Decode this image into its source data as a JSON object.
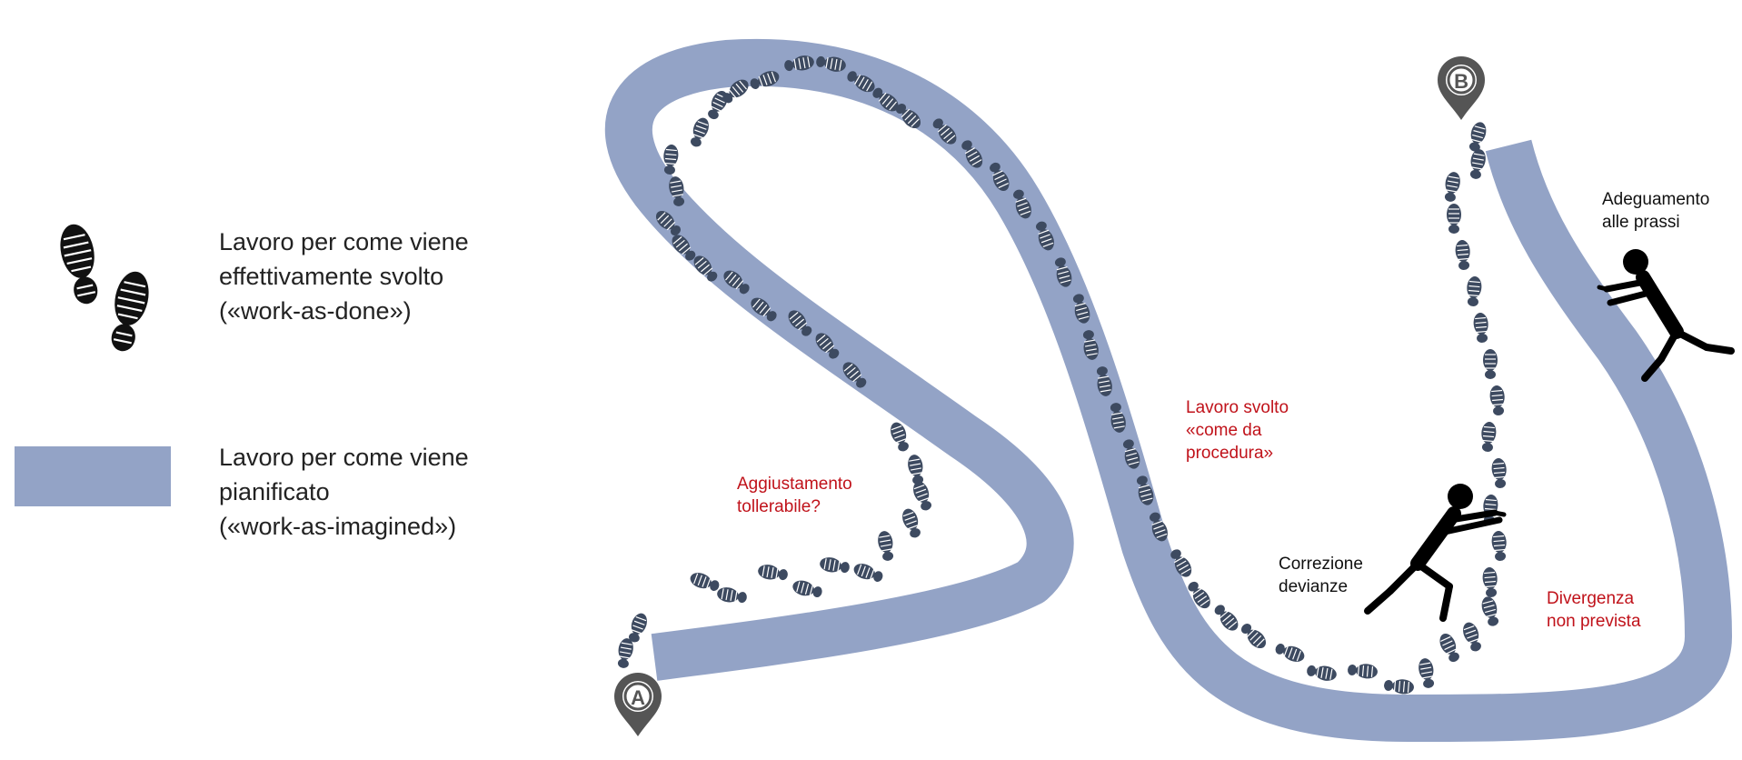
{
  "legend": {
    "done_label": "Lavoro per come viene\neffettivamente svolto\n(«work-as-done»)",
    "imagined_label": "Lavoro per come viene\npianificato\n(«work-as-imagined»)",
    "done_icon": "footprints-icon",
    "imagined_swatch_color": "#93a3c6"
  },
  "markers": {
    "start": "A",
    "end": "B",
    "marker_color": "#555555"
  },
  "annotations": {
    "adjustment": "Aggiustamento\ntollerabile?",
    "procedure": "Lavoro svolto\n«come da\nprocedura»",
    "correction": "Correzione\ndevianze",
    "divergence": "Divergenza\nnon prevista",
    "alignment": "Adeguamento\nalle prassi"
  },
  "colors": {
    "path": "#93a3c6",
    "footprint": "#3d4a60",
    "annotation_red": "#c0121a",
    "figure": "#000000"
  }
}
